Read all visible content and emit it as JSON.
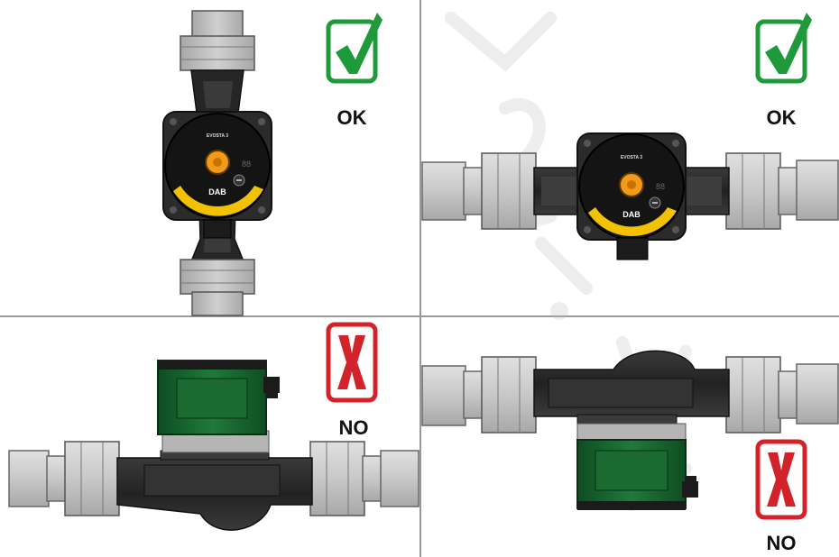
{
  "panels": [
    {
      "id": "vertical-up",
      "verdict": "OK",
      "brand": "DAB",
      "series": "EVOSTA 3",
      "display": "88"
    },
    {
      "id": "horizontal",
      "verdict": "OK",
      "brand": "DAB",
      "series": "EVOSTA 3",
      "display": "88"
    },
    {
      "id": "motor-up",
      "verdict": "NO"
    },
    {
      "id": "motor-down",
      "verdict": "NO"
    }
  ],
  "colors": {
    "ok_green": "#1f9a3a",
    "no_red": "#d2232a",
    "motor_green": "#1c6b34",
    "pump_black": "#1b1b1b",
    "accent_yellow": "#f2c200",
    "knob_orange": "#f29a1a",
    "fitting_gray": "#bdbdbd",
    "divider": "#9a9a9a"
  },
  "icons": {
    "ok": "checkmark-icon",
    "no": "cross-icon"
  }
}
